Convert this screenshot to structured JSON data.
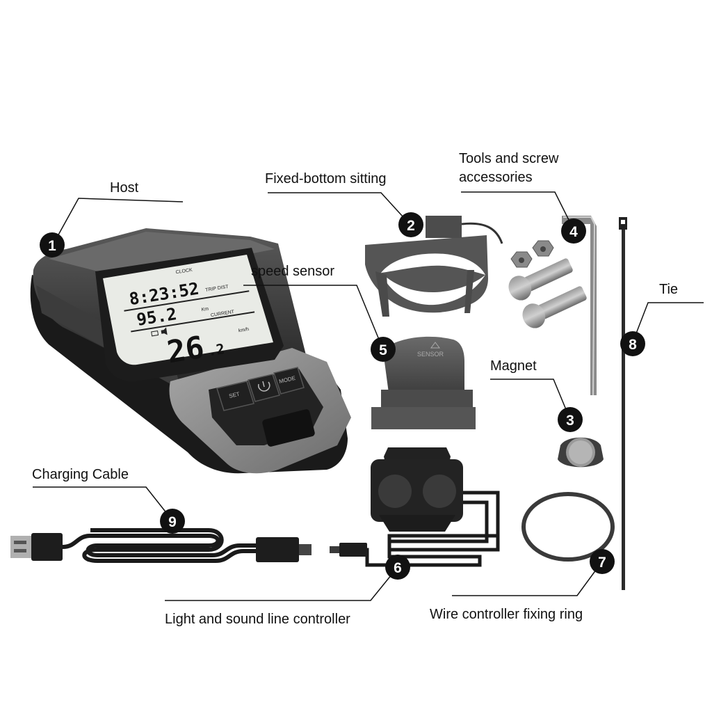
{
  "labels": {
    "host": "Host",
    "fixed_bottom": "Fixed-bottom sitting",
    "tools": "Tools and screw accessories",
    "speed_sensor": "speed sensor",
    "tie": "Tie",
    "magnet": "Magnet",
    "charging_cable": "Charging Cable",
    "light_sound": "Light and sound line controller",
    "fixing_ring": "Wire controller fixing ring"
  },
  "badges": {
    "host": "1",
    "fixed_bottom": "2",
    "magnet": "3",
    "tools": "4",
    "speed_sensor": "5",
    "light_sound": "6",
    "fixing_ring": "7",
    "tie": "8",
    "charging_cable": "9"
  },
  "display": {
    "clock_label": "CLOCK",
    "time": "8:23:52",
    "trip_label": "TRIP DIST",
    "distance": "95.2",
    "unit": "Km",
    "current_label": "CURRENT",
    "speed_int": "26",
    "speed_dec": ".2",
    "speed_unit": "km/h",
    "btn_left": "SET",
    "btn_right": "MODE"
  },
  "sensor_text": "SENSOR",
  "colors": {
    "badge": "#111111",
    "device_dark": "#2b2b2b",
    "device_mid": "#4a4a4a",
    "device_light": "#8c8c8c",
    "lcd": "#e9ebe6"
  }
}
